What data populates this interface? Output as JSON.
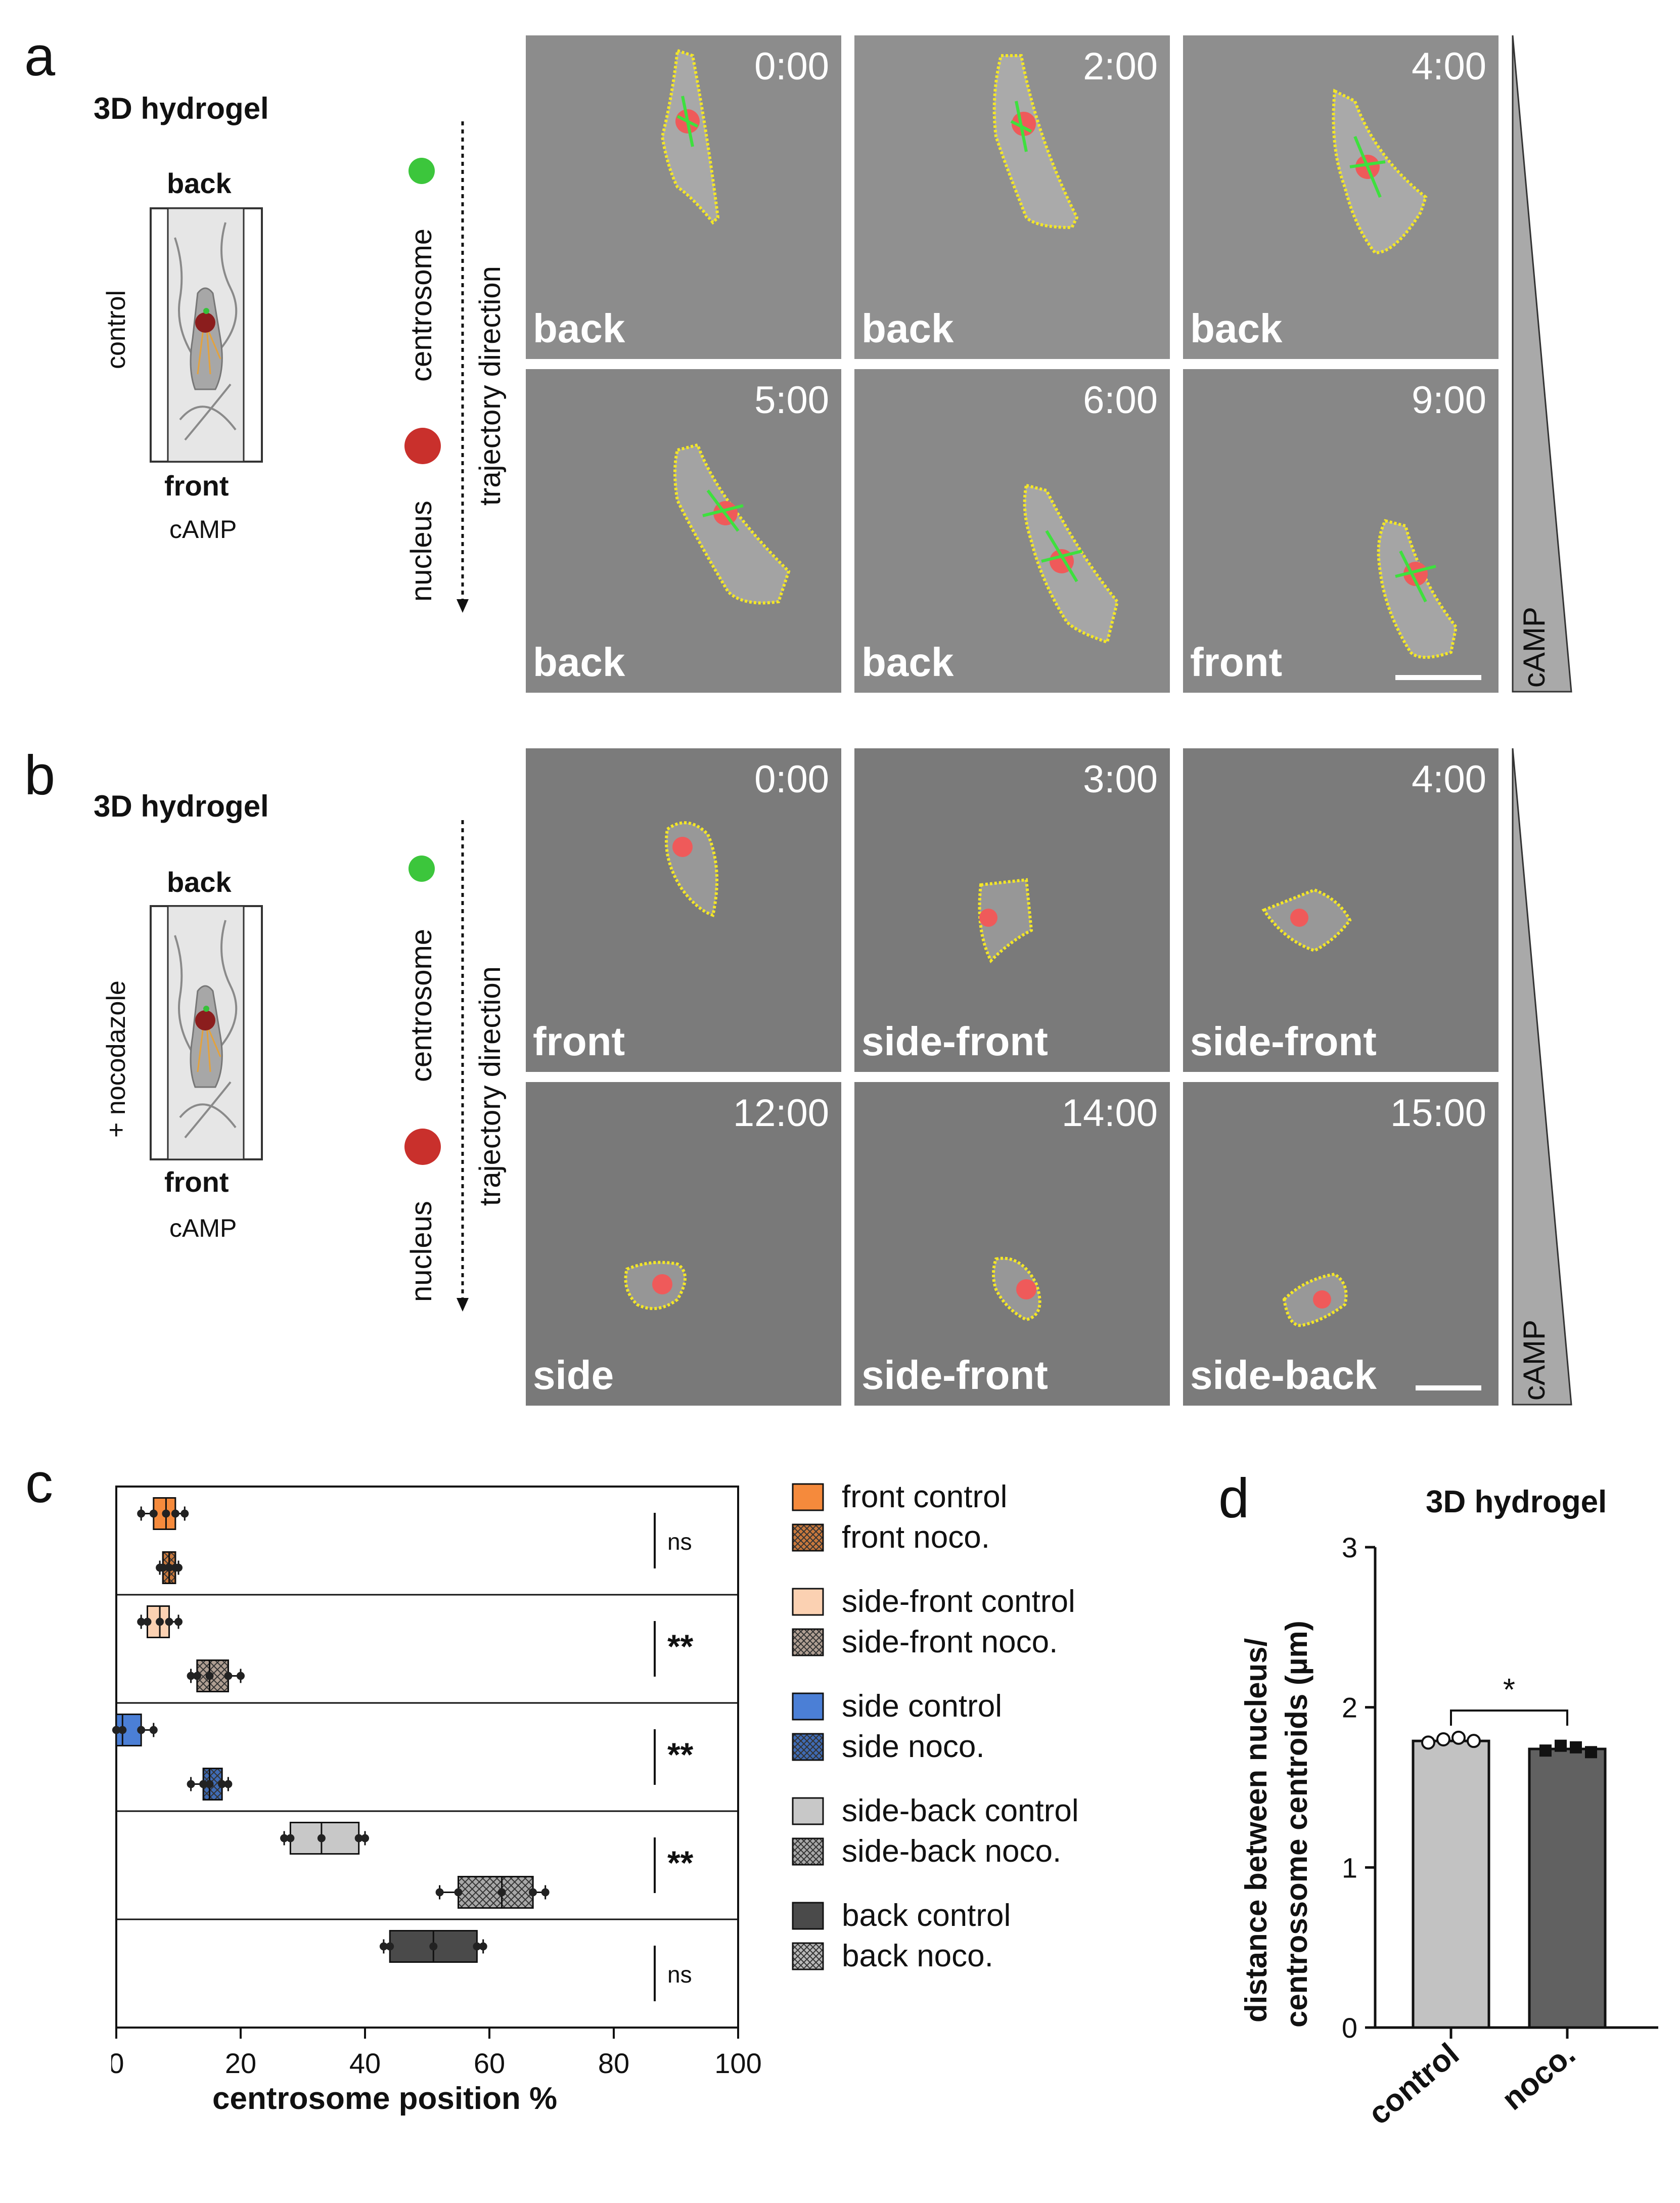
{
  "panels": {
    "a": {
      "letter": "a",
      "hydrogel": "3D hydrogel",
      "back": "back",
      "front": "front",
      "condition": "control",
      "gradient": "cAMP",
      "centrosome": "centrosome",
      "nucleus": "nucleus",
      "trajectory": "trajectory direction",
      "tiles": [
        {
          "time": "0:00",
          "pos": "back",
          "bg": "#8c8c8c"
        },
        {
          "time": "2:00",
          "pos": "back",
          "bg": "#909090"
        },
        {
          "time": "4:00",
          "pos": "back",
          "bg": "#8e8e8e"
        },
        {
          "time": "5:00",
          "pos": "back",
          "bg": "#858585"
        },
        {
          "time": "6:00",
          "pos": "back",
          "bg": "#898989"
        },
        {
          "time": "9:00",
          "pos": "front",
          "bg": "#878787"
        }
      ],
      "side_label": "cAMP"
    },
    "b": {
      "letter": "b",
      "hydrogel": "3D hydrogel",
      "back": "back",
      "front": "front",
      "condition": "+ nocodazole",
      "gradient": "cAMP",
      "centrosome": "centrosome",
      "nucleus": "nucleus",
      "trajectory": "trajectory direction",
      "tiles": [
        {
          "time": "0:00",
          "pos": "front",
          "bg": "#7b7b7b"
        },
        {
          "time": "3:00",
          "pos": "side-front",
          "bg": "#7a7a7a"
        },
        {
          "time": "4:00",
          "pos": "side-front",
          "bg": "#7b7b7b"
        },
        {
          "time": "12:00",
          "pos": "side",
          "bg": "#797979"
        },
        {
          "time": "14:00",
          "pos": "side-front",
          "bg": "#7a7a7a"
        },
        {
          "time": "15:00",
          "pos": "side-back",
          "bg": "#7b7b7b"
        }
      ],
      "side_label": "cAMP"
    },
    "c": {
      "letter": "c",
      "xlabel": "centrosome position %",
      "significance": [
        "ns",
        "**",
        "**",
        "**",
        "ns"
      ],
      "legend": [
        {
          "label": "front control",
          "color": "#f58a3c",
          "pattern": "solid"
        },
        {
          "label": "front noco.",
          "color": "#c8783c",
          "pattern": "check"
        },
        {
          "label": "side-front control",
          "color": "#fbd1b2",
          "pattern": "solid"
        },
        {
          "label": "side-front noco.",
          "color": "#b09f93",
          "pattern": "check"
        },
        {
          "label": "side control",
          "color": "#4b7fd6",
          "pattern": "solid"
        },
        {
          "label": "side noco.",
          "color": "#3f6bb5",
          "pattern": "check"
        },
        {
          "label": "side-back control",
          "color": "#c8c8c8",
          "pattern": "solid"
        },
        {
          "label": "side-back noco.",
          "color": "#a8a8a8",
          "pattern": "check"
        },
        {
          "label": "back control",
          "color": "#4a4a4a",
          "pattern": "solid"
        },
        {
          "label": "back noco.",
          "color": "#b8b8b8",
          "pattern": "check"
        }
      ]
    },
    "d": {
      "letter": "d",
      "title": "3D hydrogel",
      "ylabel_line1": "distance between nucleus/",
      "ylabel_line2": "centrossome centroids (µm)",
      "sig": "*"
    }
  },
  "chart_data": [
    {
      "type": "box",
      "title": "",
      "xlabel": "centrosome position %",
      "xlim": [
        0,
        100
      ],
      "xticks": [
        "0",
        "20",
        "40",
        "60",
        "80",
        "100"
      ],
      "orientation": "horizontal",
      "series": [
        {
          "name": "front control",
          "min": 4,
          "q1": 6,
          "median": 8,
          "q3": 9.5,
          "max": 11
        },
        {
          "name": "front noco.",
          "min": 7,
          "q1": 7.5,
          "median": 8.5,
          "q3": 9.5,
          "max": 10
        },
        {
          "name": "side-front control",
          "min": 4,
          "q1": 5,
          "median": 7,
          "q3": 8.5,
          "max": 10
        },
        {
          "name": "side-front noco.",
          "min": 12,
          "q1": 13,
          "median": 15,
          "q3": 18,
          "max": 20
        },
        {
          "name": "side control",
          "min": 0,
          "q1": 0,
          "median": 1,
          "q3": 4,
          "max": 6
        },
        {
          "name": "side noco.",
          "min": 12,
          "q1": 14,
          "median": 15,
          "q3": 17,
          "max": 18
        },
        {
          "name": "side-back control",
          "min": 27,
          "q1": 28,
          "median": 33,
          "q3": 39,
          "max": 40
        },
        {
          "name": "side-back noco.",
          "min": 52,
          "q1": 55,
          "median": 62,
          "q3": 67,
          "max": 69
        },
        {
          "name": "back control",
          "min": 43,
          "q1": 44,
          "median": 51,
          "q3": 58,
          "max": 59
        }
      ]
    },
    {
      "type": "bar",
      "title": "3D hydrogel",
      "categories": [
        "control",
        "noco."
      ],
      "values": [
        1.79,
        1.74
      ],
      "ylim": [
        0,
        3
      ],
      "yticks": [
        "0",
        "1",
        "2",
        "3"
      ],
      "colors": [
        "#c2c2c2",
        "#616161"
      ],
      "points": [
        [
          1.78,
          1.8,
          1.81,
          1.79
        ],
        [
          1.73,
          1.76,
          1.75,
          1.72
        ]
      ]
    }
  ]
}
